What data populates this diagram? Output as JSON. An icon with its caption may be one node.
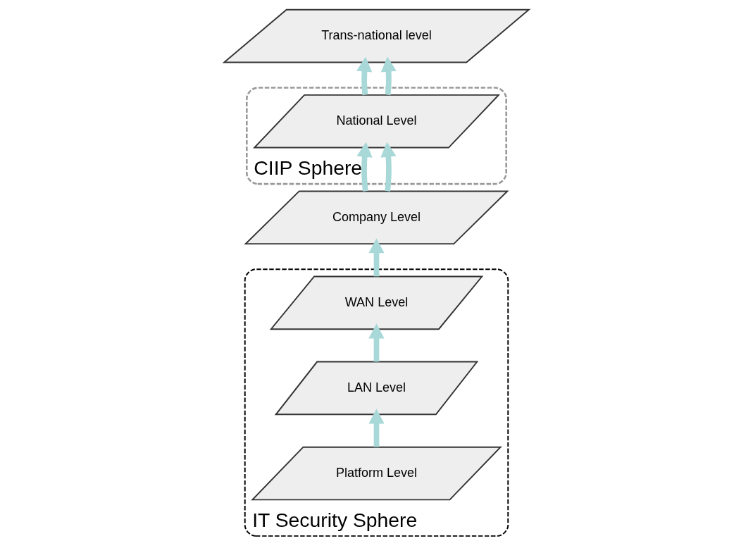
{
  "diagram": {
    "nodes": [
      {
        "text": [
          "Trans-national level"
        ]
      },
      {
        "text": [
          "CIIP Sphere"
        ]
      },
      {
        "text": [
          "National Level"
        ],
        "in": 1
      },
      {
        "text": [
          "Company Level"
        ]
      },
      {
        "text": [
          "IT Security Sphere"
        ]
      },
      {
        "text": [
          "WAN Level"
        ],
        "in": 4
      },
      {
        "text": [
          "LAN Level"
        ],
        "in": 4
      },
      {
        "text": [
          "Platform Level"
        ],
        "in": 4
      }
    ],
    "edges": [
      {
        "from": 7,
        "to": 6,
        "arrow": "to"
      },
      {
        "from": 6,
        "to": 5,
        "arrow": "to"
      },
      {
        "from": 5,
        "to": 3,
        "arrow": "to"
      },
      {
        "from": 3,
        "to": 2,
        "arrow": "to"
      },
      {
        "from": 3,
        "to": 2,
        "arrow": "to"
      },
      {
        "from": 2,
        "to": 0,
        "arrow": "to"
      },
      {
        "from": 2,
        "to": 0,
        "arrow": "to"
      }
    ]
  }
}
